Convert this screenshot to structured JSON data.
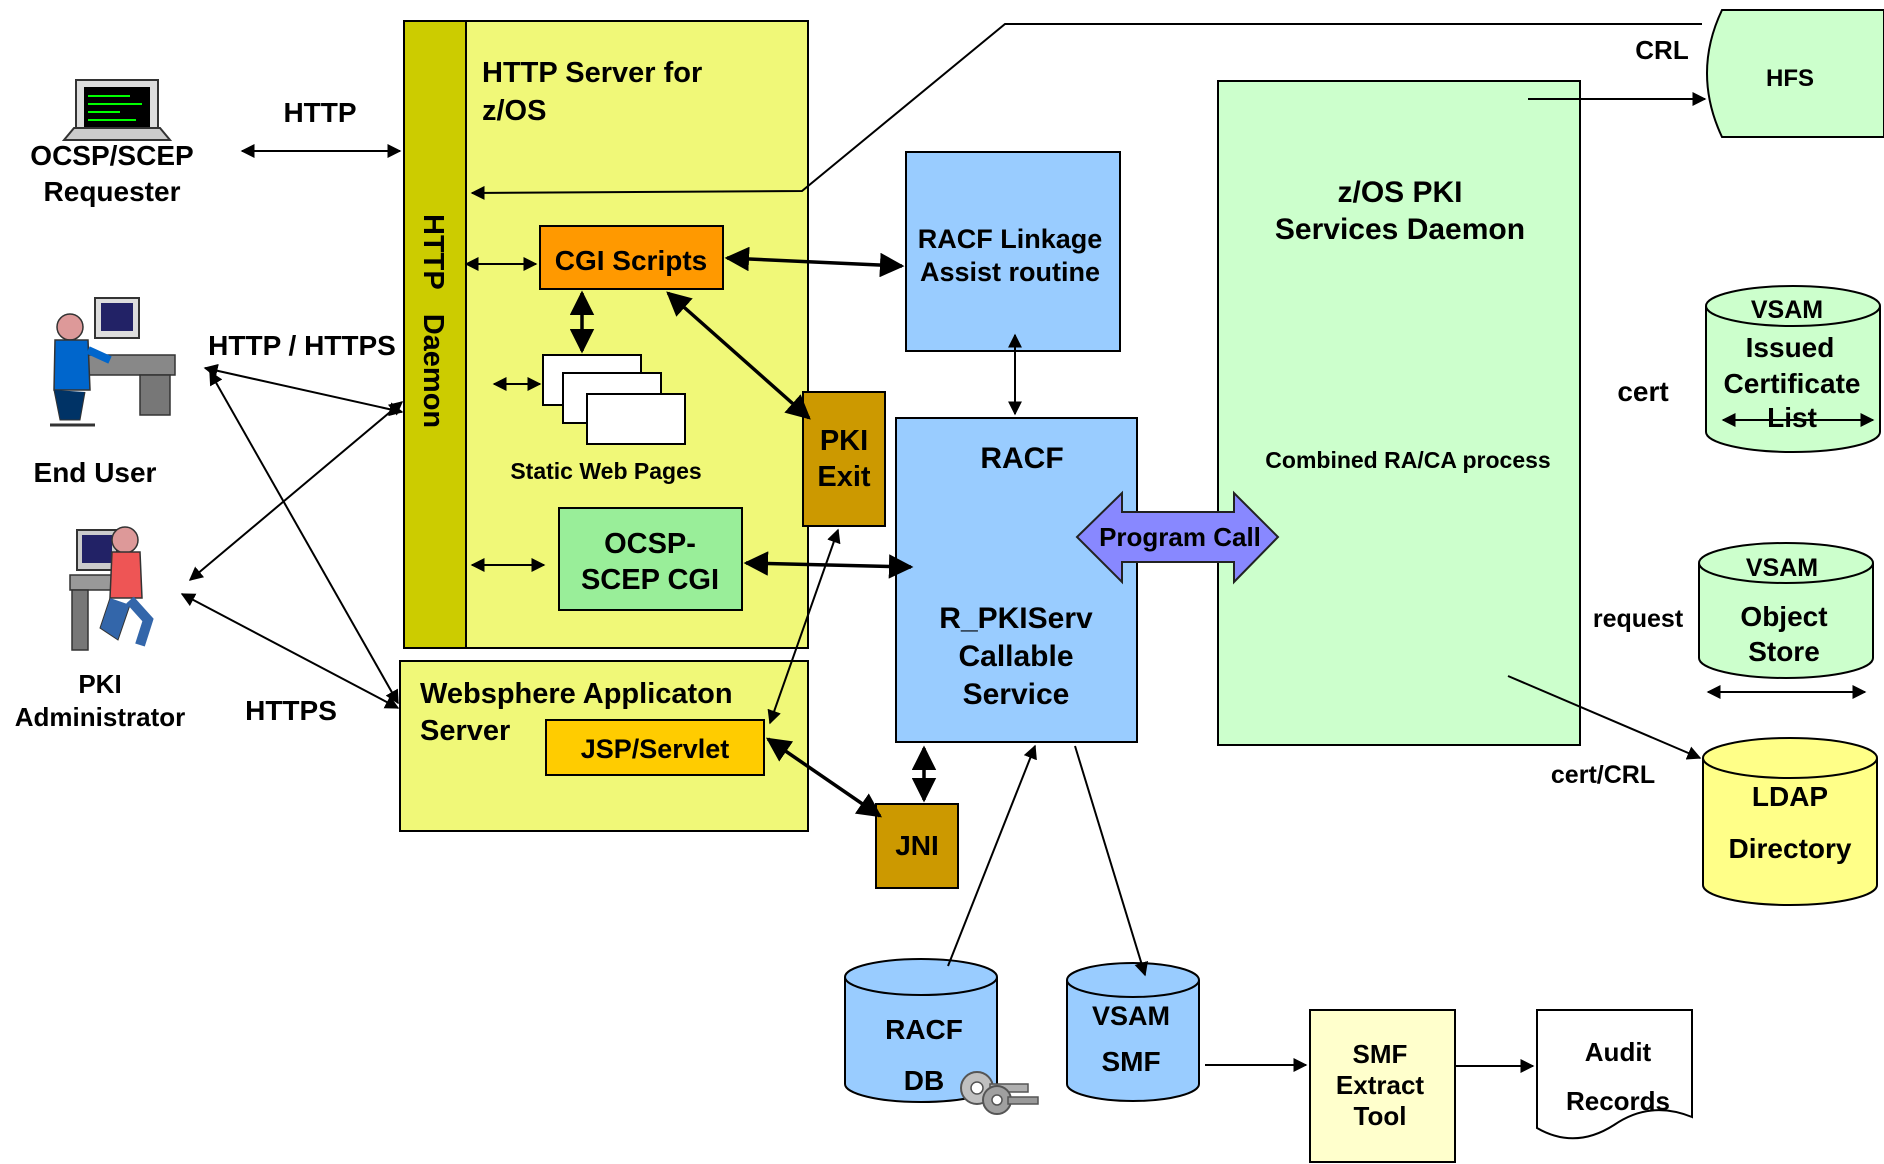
{
  "colors": {
    "http_server": "#f0f878",
    "http_daemon_bar": "#cccc00",
    "cgi_scripts": "#ff9900",
    "pki_exit": "#cc9900",
    "jni": "#cc9900",
    "jsp_servlet": "#ffcc00",
    "ocsp_scep_cgi": "#99ee99",
    "racf": "#99ccff",
    "pki_daemon": "#ccffcc",
    "program_call": "#8888ff",
    "hfs": "#ccffcc",
    "vsam_green": "#ccffcc",
    "ldap": "#ffff88",
    "racf_db": "#99ccff",
    "vsam_smf": "#99ccff",
    "smf_tool": "#ffffcc",
    "audit": "#ffffff"
  },
  "clients": {
    "requester": {
      "icon": "computer-terminal-icon",
      "label1": "OCSP/SCEP",
      "label2": "Requester"
    },
    "end_user": {
      "icon": "person-at-computer-icon",
      "label": "End User"
    },
    "admin": {
      "icon": "administrator-at-computer-icon",
      "label1": "PKI",
      "label2": "Administrator"
    }
  },
  "protocols": {
    "http": "HTTP",
    "http_https": "HTTP / HTTPS",
    "https": "HTTPS"
  },
  "http_server": {
    "title1": "HTTP Server for",
    "title2": "z/OS",
    "daemon1": "HTTP",
    "daemon2": "Daemon",
    "cgi_scripts": "CGI Scripts",
    "static_pages": "Static Web Pages",
    "ocsp_cgi1": "OCSP-",
    "ocsp_cgi2": "SCEP CGI"
  },
  "websphere": {
    "title1": "Websphere Applicaton",
    "title2": "Server",
    "jsp": "JSP/Servlet"
  },
  "pki_exit": {
    "line1": "PKI",
    "line2": "Exit"
  },
  "jni": "JNI",
  "racf_linkage": {
    "line1": "RACF Linkage",
    "line2": "Assist routine"
  },
  "racf": {
    "title": "RACF",
    "service1": "R_PKIServ",
    "service2": "Callable",
    "service3": "Service"
  },
  "program_call": "Program Call",
  "pki_daemon": {
    "title1": "z/OS PKI",
    "title2": "Services Daemon",
    "process": "Combined RA/CA process"
  },
  "storage": {
    "hfs": "HFS",
    "crl": "CRL",
    "cert": "cert",
    "request": "request",
    "cert_crl": "cert/CRL",
    "issued": {
      "type": "VSAM",
      "line1": "Issued",
      "line2": "Certificate",
      "line3": "List"
    },
    "object_store": {
      "type": "VSAM",
      "line1": "Object",
      "line2": "Store"
    },
    "ldap": {
      "line1": "LDAP",
      "line2": "Directory"
    },
    "racf_db": {
      "line1": "RACF",
      "line2": "DB",
      "icon": "keys-icon"
    },
    "vsam_smf": {
      "line1": "VSAM",
      "line2": "SMF"
    }
  },
  "smf_tool": {
    "line1": "SMF",
    "line2": "Extract",
    "line3": "Tool"
  },
  "audit": {
    "line1": "Audit",
    "line2": "Records"
  }
}
